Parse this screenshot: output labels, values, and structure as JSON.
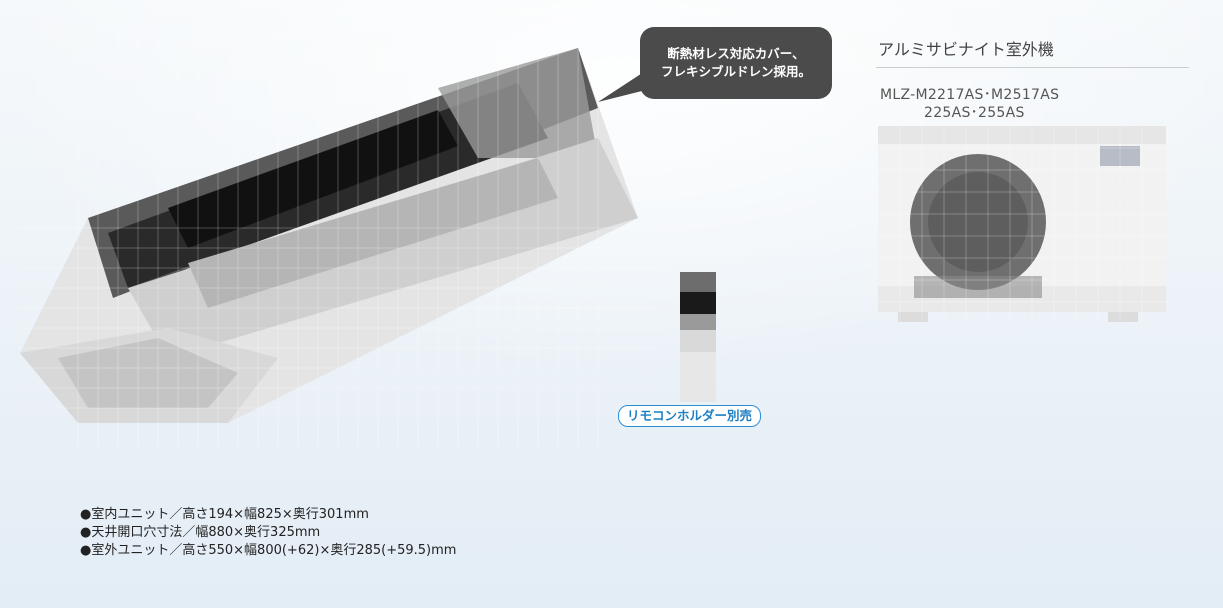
{
  "callout": {
    "line1": "断熱材レス対応カバー、",
    "line2": "フレキシブルドレン採用。"
  },
  "outdoor": {
    "title": "アルミサビナイト室外機",
    "model_line1": "MLZ-M2217AS･M2517AS",
    "model_line2": "225AS･255AS"
  },
  "remote_holder_badge": "リモコンホルダー別売",
  "specs": [
    "●室内ユニット／高さ194×幅825×奥行301mm",
    "●天井開口穴寸法／幅880×奥行325mm",
    "●室外ユニット／高さ550×幅800(+62)×奥行285(+59.5)mm"
  ],
  "colors": {
    "callout_bg": "#4b4b4b",
    "badge_accent": "#1e7fc4",
    "background": "#edf3f8"
  },
  "images": {
    "indoor_unit": "ceiling-cassette-air-conditioner-image",
    "remote": "wireless-remote-controller-image",
    "outdoor_unit": "outdoor-unit-image"
  }
}
